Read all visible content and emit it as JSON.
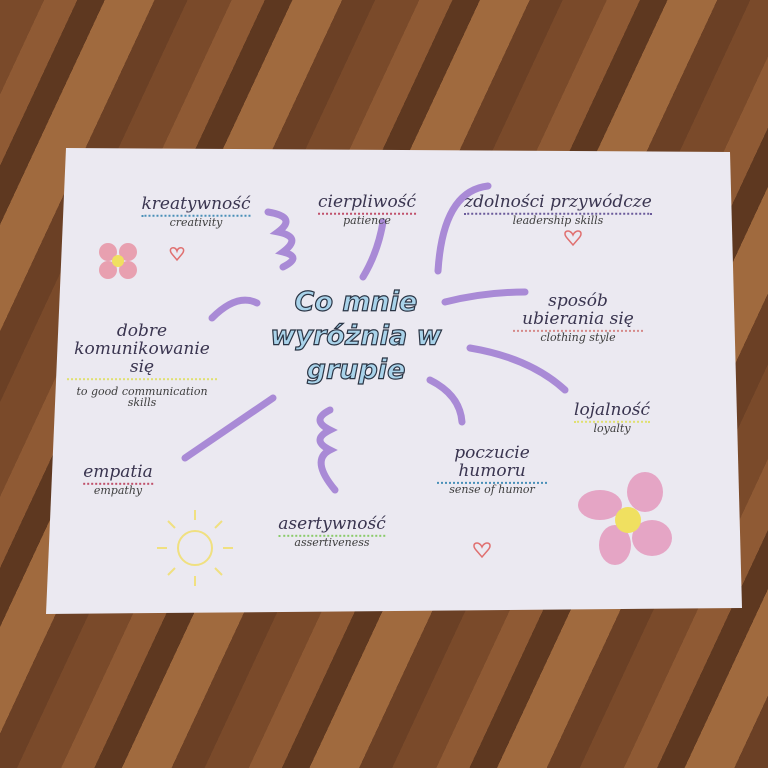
{
  "title": {
    "line1": "Co mnie",
    "line2": "wyróżnia w",
    "line3": "grupie"
  },
  "nodes": [
    {
      "pl": "kreatywność",
      "en": "creativity",
      "color": "#4a90b8"
    },
    {
      "pl": "cierpliwość",
      "en": "patience",
      "color": "#c0506a"
    },
    {
      "pl": "zdolności przywódcze",
      "en": "leadership skills",
      "color": "#6a5a9a"
    },
    {
      "pl": "sposób ubierania się",
      "en": "clothing style",
      "color": "#d58a8a"
    },
    {
      "pl": "dobre komunikowanie się",
      "en": "to good communication skills",
      "color": "#e0e070"
    },
    {
      "pl": "lojalność",
      "en": "loyalty",
      "color": "#e0e070"
    },
    {
      "pl": "empatia",
      "en": "empathy",
      "color": "#c0506a"
    },
    {
      "pl": "poczucie humoru",
      "en": "sense of humor",
      "color": "#4a90b8"
    },
    {
      "pl": "asertywność",
      "en": "assertiveness",
      "color": "#8acb6a"
    }
  ],
  "colors": {
    "branch": "#a98ad6",
    "paper": "#eceaf2"
  }
}
